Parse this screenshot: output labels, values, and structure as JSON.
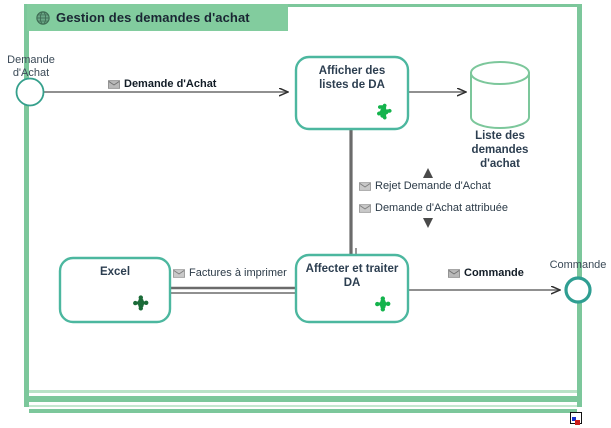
{
  "pool": {
    "title": "Gestion des demandes d'achat",
    "icon": "globe-icon",
    "header_color": "#82cc9e",
    "band_color": "#7cc79b"
  },
  "colors": {
    "task_border": "#4cb79f",
    "event_border": "#35a08c",
    "datastore_border": "#7cc79b",
    "connector": "#6b6b6b",
    "text": "#2c3e50",
    "puzzle_light": "#14b34c",
    "puzzle_dark": "#1b6b38",
    "pool_header": "#82cc9e"
  },
  "events": [
    {
      "id": "start-event",
      "type": "start",
      "label_line1": "Demande",
      "label_line2": "d'Achat"
    },
    {
      "id": "end-event",
      "type": "end",
      "label_line1": "Commande",
      "label_line2": ""
    }
  ],
  "tasks": [
    {
      "id": "task-afficher-listes-da",
      "line1": "Afficher des",
      "line2": "listes de DA",
      "icon": "puzzle-icon"
    },
    {
      "id": "task-affecter-traiter-da",
      "line1": "Affecter et traiter",
      "line2": "DA",
      "icon": "puzzle-icon"
    },
    {
      "id": "task-excel",
      "line1": "Excel",
      "line2": "",
      "icon": "puzzle-icon"
    }
  ],
  "datastore": {
    "id": "datastore-liste-demandes",
    "line1": "Liste des",
    "line2": "demandes",
    "line3": "d'achat"
  },
  "flows": [
    {
      "id": "flow-demande-achat",
      "label": "Demande d'Achat",
      "icon": "envelope-icon",
      "bold": true
    },
    {
      "id": "flow-rejet-demande-achat",
      "label": "Rejet Demande d'Achat",
      "icon": "envelope-icon",
      "bold": false
    },
    {
      "id": "flow-demande-achat-attribuee",
      "label": "Demande d'Achat attribuée",
      "icon": "envelope-icon",
      "bold": false
    },
    {
      "id": "flow-factures-a-imprimer",
      "label": "Factures à imprimer",
      "icon": "envelope-icon",
      "bold": false
    },
    {
      "id": "flow-commande",
      "label": "Commande",
      "icon": "envelope-icon",
      "bold": true
    }
  ]
}
